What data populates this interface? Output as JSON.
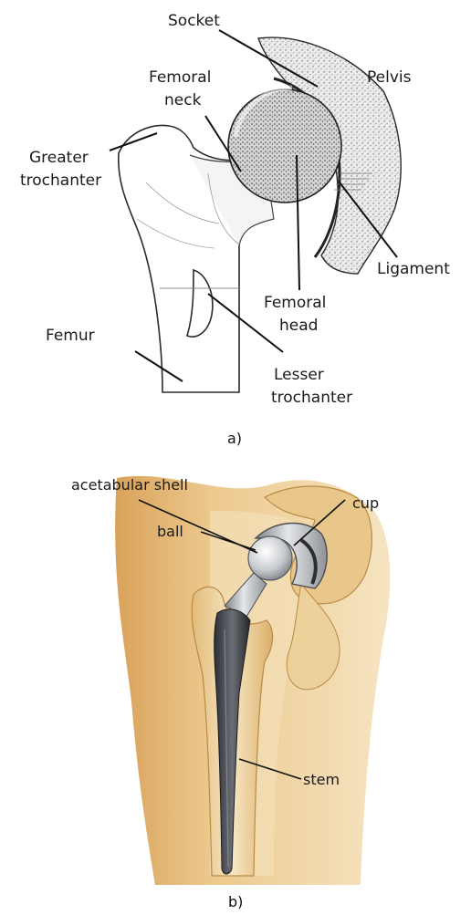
{
  "panel_a": {
    "caption": "a)",
    "labels": {
      "socket": "Socket",
      "pelvis": "Pelvis",
      "femoral_neck_1": "Femoral",
      "femoral_neck_2": "neck",
      "greater_trochanter_1": "Greater",
      "greater_trochanter_2": "trochanter",
      "ligament": "Ligament",
      "femoral_head_1": "Femoral",
      "femoral_head_2": "head",
      "femur": "Femur",
      "lesser_trochanter_1": "Lesser",
      "lesser_trochanter_2": "trochanter"
    }
  },
  "panel_b": {
    "caption": "b)",
    "labels": {
      "acetabular_shell": "acetabular shell",
      "cup": "cup",
      "ball": "ball",
      "stem": "stem"
    },
    "colors": {
      "tissue": "#e7c48c",
      "bone": "#efd6a2",
      "metal": "#b9bcc0",
      "stem_dark": "#3a3d42"
    }
  }
}
